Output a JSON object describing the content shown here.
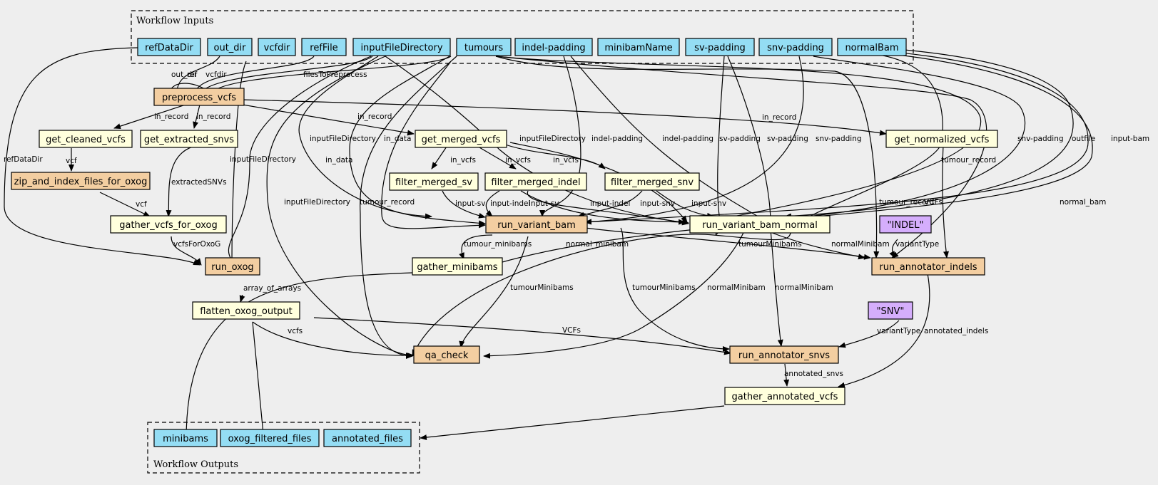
{
  "diagram": {
    "clusters": {
      "inputs": {
        "label": "Workflow Inputs"
      },
      "outputs": {
        "label": "Workflow Outputs"
      }
    },
    "colors": {
      "background": "#eeeeee",
      "input_output": "#94ddf4",
      "step_workflow": "#f3cea1",
      "step_tool": "#ffffdd",
      "constant": "#d5aefc"
    },
    "nodes": {
      "refDataDir": "refDataDir",
      "out_dir": "out_dir",
      "vcfdir": "vcfdir",
      "refFile": "refFile",
      "inputFileDirectory": "inputFileDirectory",
      "tumours": "tumours",
      "indel_padding": "indel-padding",
      "minibamName": "minibamName",
      "sv_padding": "sv-padding",
      "snv_padding": "snv-padding",
      "normalBam": "normalBam",
      "preprocess_vcfs": "preprocess_vcfs",
      "get_cleaned_vcfs": "get_cleaned_vcfs",
      "get_extracted_snvs": "get_extracted_snvs",
      "get_merged_vcfs": "get_merged_vcfs",
      "get_normalized_vcfs": "get_normalized_vcfs",
      "zip_and_index": "zip_and_index_files_for_oxog",
      "filter_merged_sv": "filter_merged_sv",
      "filter_merged_indel": "filter_merged_indel",
      "filter_merged_snv": "filter_merged_snv",
      "gather_vcfs_for_oxog": "gather_vcfs_for_oxog",
      "run_variant_bam": "run_variant_bam",
      "run_variant_bam_normal": "run_variant_bam_normal",
      "const_indel": "\"INDEL\"",
      "run_oxog": "run_oxog",
      "gather_minibams": "gather_minibams",
      "run_annotator_indels": "run_annotator_indels",
      "flatten_oxog_output": "flatten_oxog_output",
      "const_snv": "\"SNV\"",
      "qa_check": "qa_check",
      "run_annotator_snvs": "run_annotator_snvs",
      "gather_annotated_vcfs": "gather_annotated_vcfs",
      "minibams": "minibams",
      "oxog_filtered_files": "oxog_filtered_files",
      "annotated_files": "annotated_files"
    },
    "edge_labels": {
      "out_dir": "out_dir",
      "ref": "ref",
      "vcfdir": "vcfdir",
      "filesToPreprocess": "filesToPreprocess",
      "in_record_1": "in_record",
      "in_record_2": "in_record",
      "in_record_3": "in_record",
      "in_record_4": "in_record",
      "refDataDir": "refDataDir",
      "inputFileDirectory_1": "inputFileDirectory",
      "inputFileDirectory_2": "inputFileDirectory",
      "inputFileDirectory_3": "inputFileDirectory",
      "inputFileDirectory_4": "inputFileDirectory",
      "in_data_1": "in_data",
      "in_data_2": "in_data",
      "indel_padding_1": "indel-padding",
      "indel_padding_2": "indel-padding",
      "sv_padding_1": "sv-padding",
      "sv_padding_2": "sv-padding",
      "snv_padding_1": "snv-padding",
      "snv_padding_2": "snv-padding",
      "outfile": "outfile",
      "input_bam": "input-bam",
      "in_vcfs_1": "in_vcfs",
      "in_vcfs_2": "in_vcfs",
      "in_vcfs_3": "in_vcfs",
      "vcf_1": "vcf",
      "vcf_2": "vcf",
      "extractedSNVs": "extractedSNVs",
      "input_sv_1": "input-sv",
      "input_indel_1": "input-indel",
      "input_sv_2": "input-sv",
      "input_indel_2": "input-indel",
      "input_snv_1": "input-snv",
      "input_snv_2": "input-snv",
      "tumour_record_1": "tumour_record",
      "tumour_record_2": "tumour_record",
      "tumour_record_3": "tumour_record",
      "normal_bam": "normal_bam",
      "VCFs_1": "VCFs",
      "VCFs_2": "VCFs",
      "vcfsForOxoG": "vcfsForOxoG",
      "tumour_minibams": "tumour_minibams",
      "normal_minibam": "normal_minibam",
      "tumourMinibams_1": "tumourMinibams",
      "tumourMinibams_2": "tumourMinibams",
      "tumourMinibams_3": "tumourMinibams",
      "normalMinibam_1": "normalMinibam",
      "normalMinibam_2": "normalMinibam",
      "normalMinibam_3": "normalMinibam",
      "variantType_1": "variantType",
      "variantType_2": "variantType",
      "array_of_arrays": "array_of_arrays",
      "vcfs": "vcfs",
      "annotated_indels": "annotated_indels",
      "annotated_snvs": "annotated_snvs"
    }
  }
}
